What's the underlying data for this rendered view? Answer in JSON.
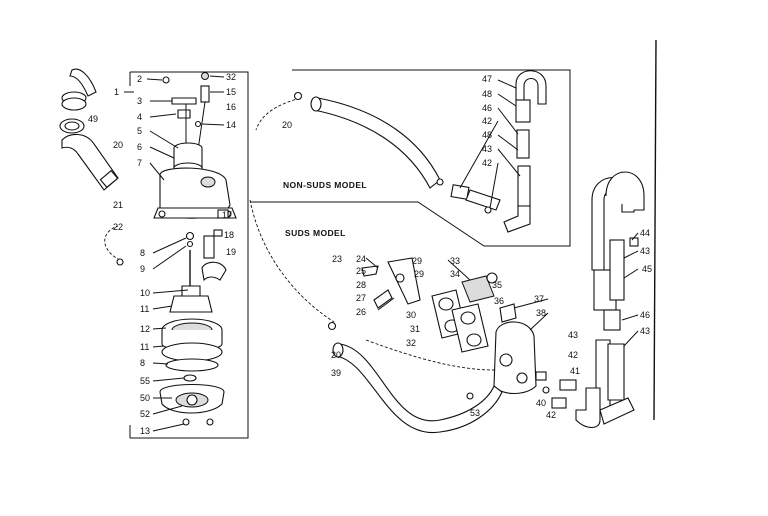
{
  "sections": {
    "non_suds_model": "NON-SUDS MODEL",
    "suds_model": "SUDS MODEL"
  },
  "labels": [
    {
      "id": "n1",
      "text": "1"
    },
    {
      "id": "n2",
      "text": "2"
    },
    {
      "id": "n32a",
      "text": "32"
    },
    {
      "id": "n3",
      "text": "3"
    },
    {
      "id": "n15",
      "text": "15"
    },
    {
      "id": "n16",
      "text": "16"
    },
    {
      "id": "n4",
      "text": "4"
    },
    {
      "id": "n14",
      "text": "14"
    },
    {
      "id": "n5",
      "text": "5"
    },
    {
      "id": "n6",
      "text": "6"
    },
    {
      "id": "n7",
      "text": "7"
    },
    {
      "id": "n17",
      "text": "17"
    },
    {
      "id": "n18",
      "text": "18"
    },
    {
      "id": "n8a",
      "text": "8"
    },
    {
      "id": "n9",
      "text": "9"
    },
    {
      "id": "n19",
      "text": "19"
    },
    {
      "id": "n10",
      "text": "10"
    },
    {
      "id": "n11",
      "text": "11"
    },
    {
      "id": "n12",
      "text": "12"
    },
    {
      "id": "n11b",
      "text": "11"
    },
    {
      "id": "n8b",
      "text": "8"
    },
    {
      "id": "n55",
      "text": "55"
    },
    {
      "id": "n50",
      "text": "50"
    },
    {
      "id": "n52",
      "text": "52"
    },
    {
      "id": "n13",
      "text": "13"
    },
    {
      "id": "n49",
      "text": "49"
    },
    {
      "id": "n20a",
      "text": "20"
    },
    {
      "id": "n21",
      "text": "21"
    },
    {
      "id": "n22",
      "text": "22"
    },
    {
      "id": "n20b",
      "text": "20"
    },
    {
      "id": "n47",
      "text": "47"
    },
    {
      "id": "n48a",
      "text": "48"
    },
    {
      "id": "n46a",
      "text": "46"
    },
    {
      "id": "n42a",
      "text": "42"
    },
    {
      "id": "n48b",
      "text": "48"
    },
    {
      "id": "n43a",
      "text": "43"
    },
    {
      "id": "n42b",
      "text": "42"
    },
    {
      "id": "n23",
      "text": "23"
    },
    {
      "id": "n24",
      "text": "24"
    },
    {
      "id": "n25",
      "text": "25"
    },
    {
      "id": "n28",
      "text": "28"
    },
    {
      "id": "n27",
      "text": "27"
    },
    {
      "id": "n26",
      "text": "26"
    },
    {
      "id": "n29a",
      "text": "29"
    },
    {
      "id": "n29b",
      "text": "29"
    },
    {
      "id": "n33",
      "text": "33"
    },
    {
      "id": "n34",
      "text": "34"
    },
    {
      "id": "n35",
      "text": "35"
    },
    {
      "id": "n30",
      "text": "30"
    },
    {
      "id": "n31",
      "text": "31"
    },
    {
      "id": "n32b",
      "text": "32"
    },
    {
      "id": "n36",
      "text": "36"
    },
    {
      "id": "n37",
      "text": "37"
    },
    {
      "id": "n38",
      "text": "38"
    },
    {
      "id": "n20c",
      "text": "20"
    },
    {
      "id": "n39",
      "text": "39"
    },
    {
      "id": "n53",
      "text": "53"
    },
    {
      "id": "n40",
      "text": "40"
    },
    {
      "id": "n41",
      "text": "41"
    },
    {
      "id": "n42c",
      "text": "42"
    },
    {
      "id": "n42d",
      "text": "42"
    },
    {
      "id": "n43b",
      "text": "43"
    },
    {
      "id": "n44",
      "text": "44"
    },
    {
      "id": "n43c",
      "text": "43"
    },
    {
      "id": "n45",
      "text": "45"
    },
    {
      "id": "n46b",
      "text": "46"
    },
    {
      "id": "n43d",
      "text": "43"
    }
  ]
}
